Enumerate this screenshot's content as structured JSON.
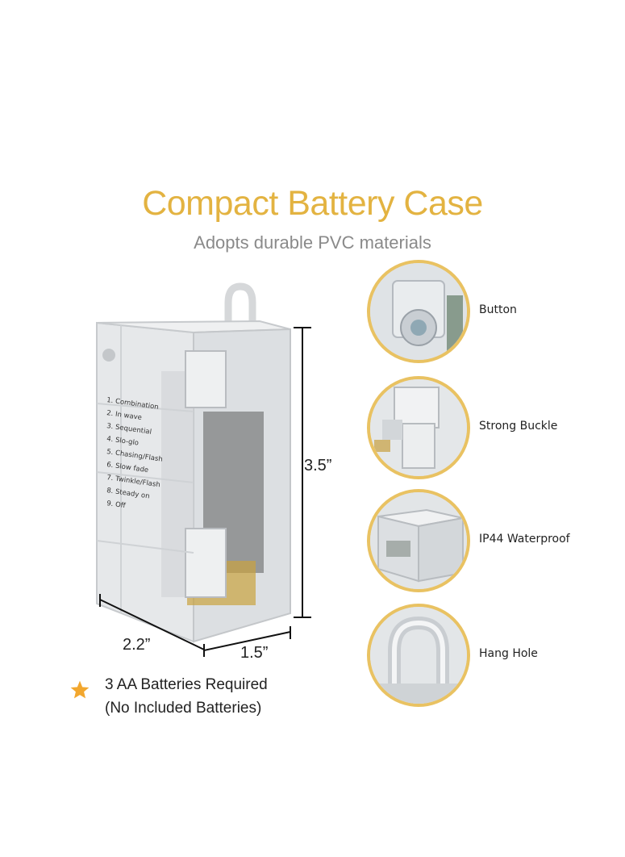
{
  "header": {
    "title": "Compact Battery Case",
    "subtitle": "Adopts durable PVC materials"
  },
  "product": {
    "modes": [
      "1. Combination",
      "2. In wave",
      "3. Sequential",
      "4. Slo-glo",
      "5. Chasing/Flash",
      "6. Slow fade",
      "7. Twinkle/Flash",
      "8. Steady on",
      "9. Off"
    ],
    "dimensions": {
      "height": "3.5”",
      "width": "2.2”",
      "depth": "1.5”"
    }
  },
  "features": [
    {
      "label": "Button",
      "icon": "button-closeup-icon"
    },
    {
      "label": "Strong Buckle",
      "icon": "buckle-closeup-icon"
    },
    {
      "label": "IP44 Waterproof",
      "icon": "waterproof-closeup-icon"
    },
    {
      "label": "Hang Hole",
      "icon": "hang-hole-closeup-icon"
    }
  ],
  "note": {
    "line1": "3 AA Batteries Required",
    "line2": "(No Included Batteries)",
    "icon": "star-icon"
  },
  "colors": {
    "title": "#e3b341",
    "subtitle": "#8a8a8a",
    "circle_border": "#e9c262",
    "star": "#f2a72e"
  }
}
